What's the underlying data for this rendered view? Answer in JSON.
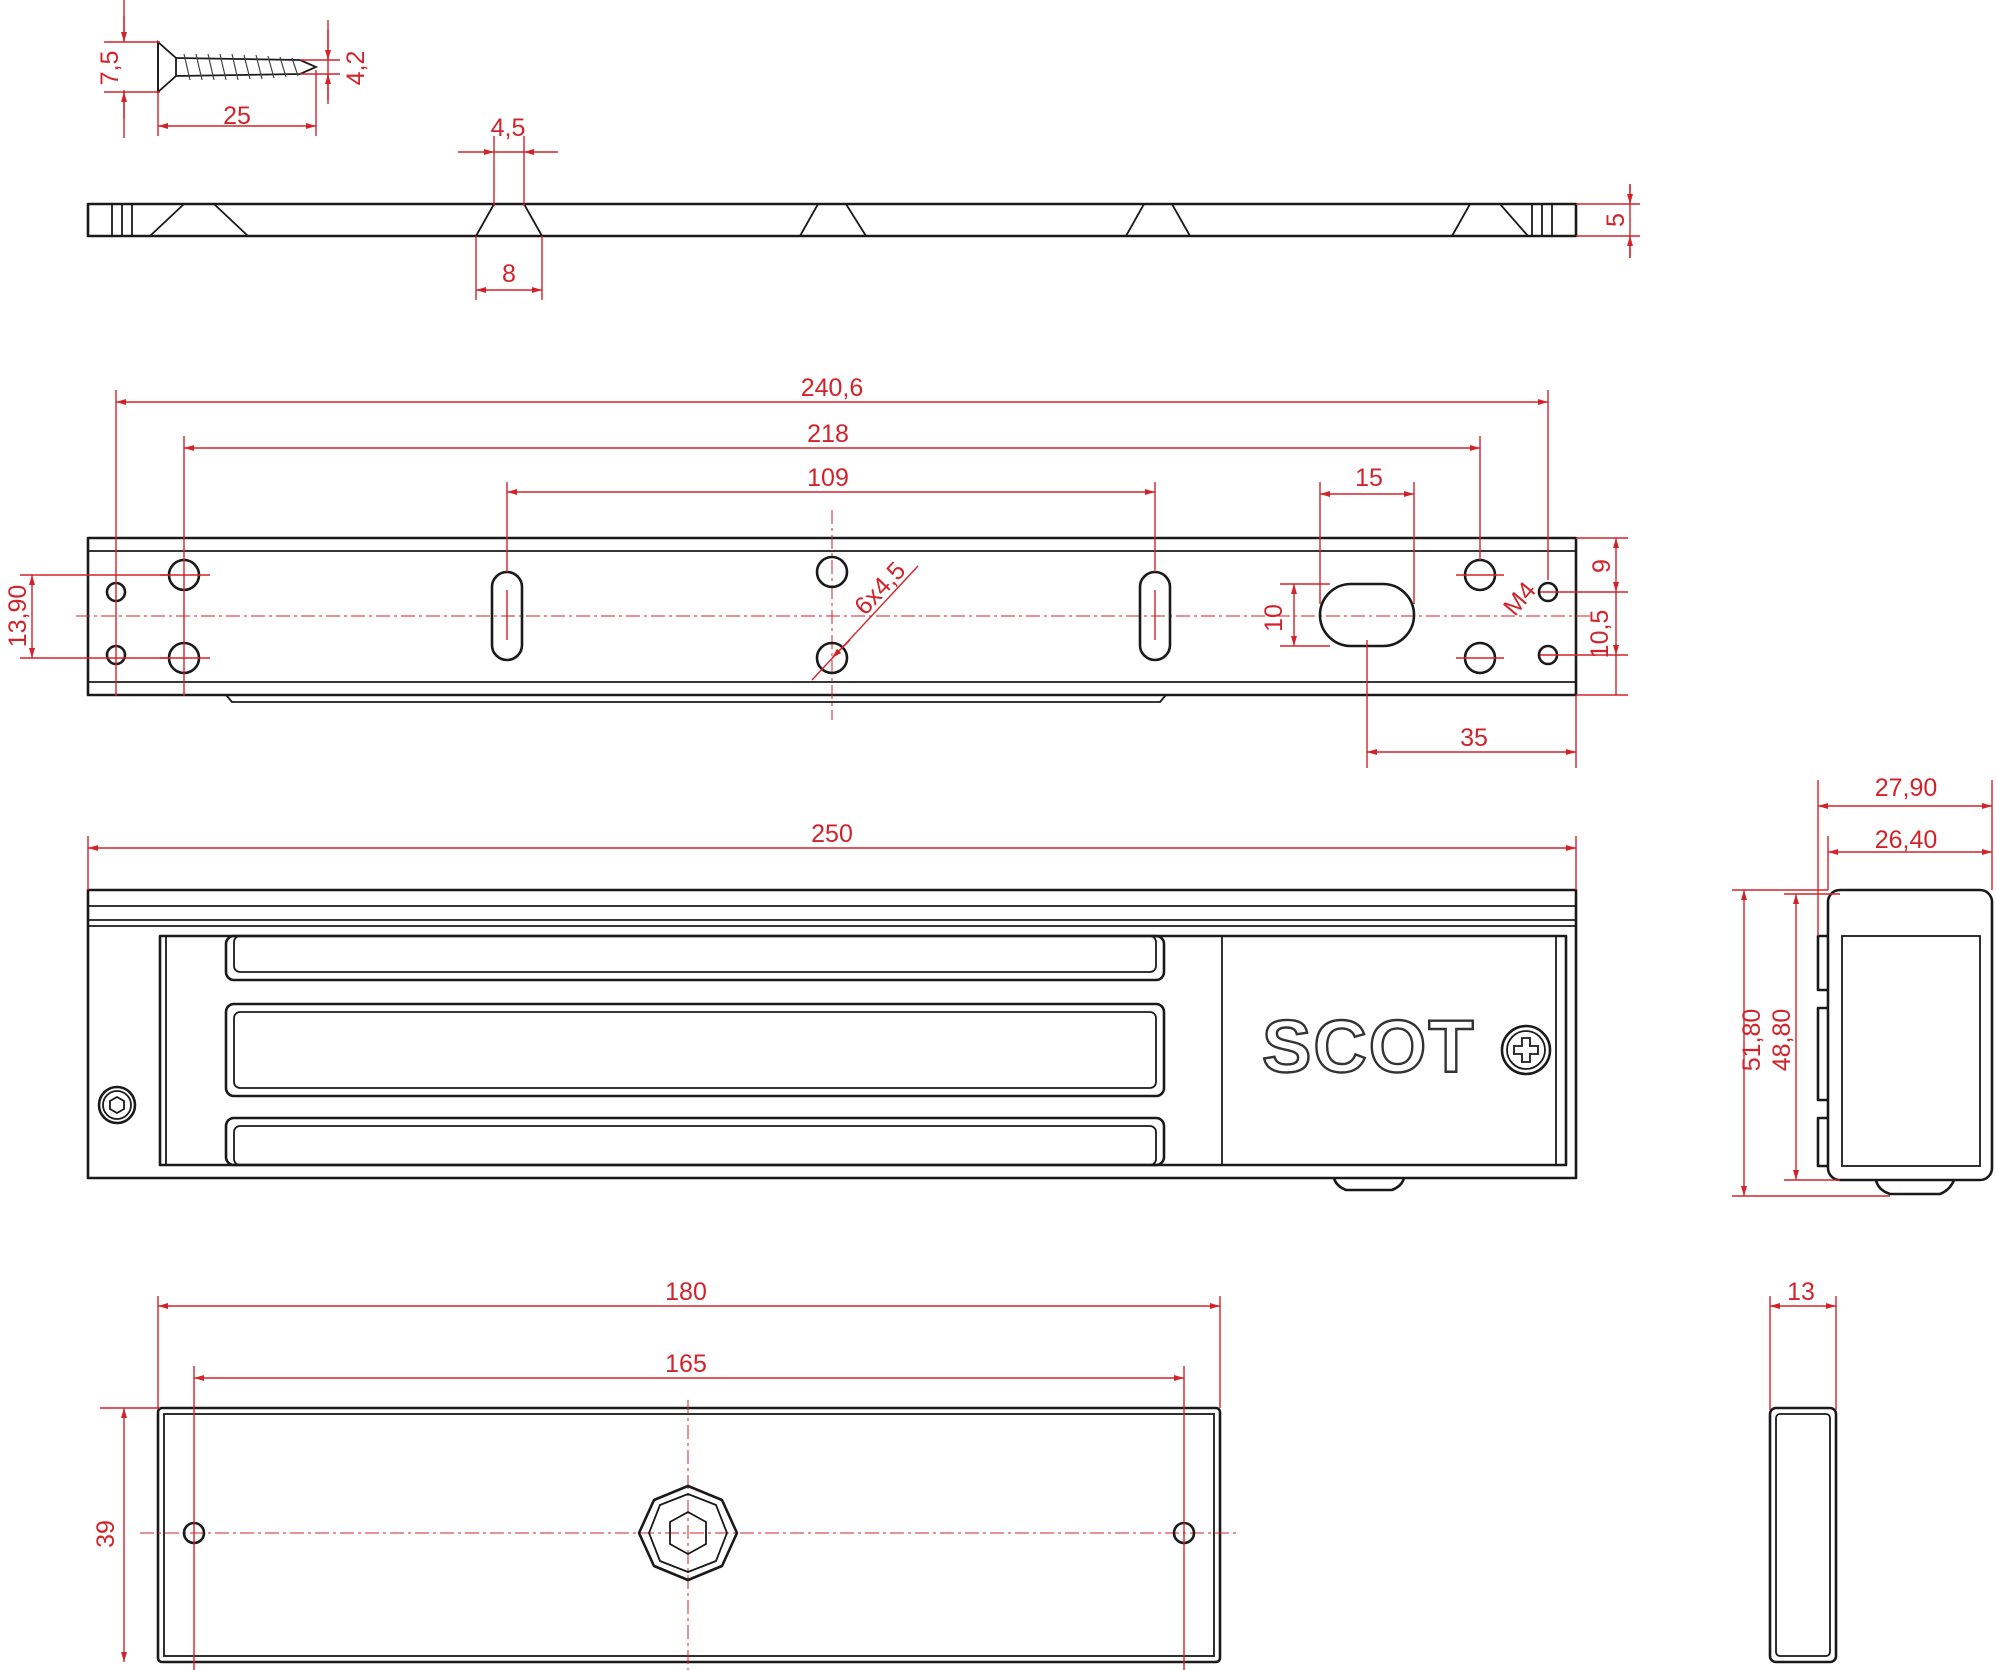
{
  "dimensions": {
    "screw_head": "7,5",
    "screw_diameter": "4,2",
    "screw_length": "25",
    "countersink_top": "4,5",
    "countersink_bottom": "8",
    "plate_thickness": "5",
    "overall_holes_span": "240,6",
    "inner_holes_span": "218",
    "slot_span": "109",
    "oval_width": "15",
    "holes_callout": "6x4,5",
    "thread_callout": "M4",
    "hole_spacing_left": "13,90",
    "oval_height": "10",
    "edge_to_hole": "9",
    "hole_to_edge": "10,5",
    "oval_offset": "35",
    "magnet_length": "250",
    "side_width_outer": "27,90",
    "side_width_inner": "26,40",
    "side_height_outer": "51,80",
    "side_height_inner": "48,80",
    "armature_length": "180",
    "armature_hole_span": "165",
    "armature_width": "39",
    "armature_thickness": "13"
  },
  "brand": {
    "logo_text": "SCOT"
  },
  "colors": {
    "dimension": "#d2232a",
    "outline": "#1a1a1a"
  },
  "icons": {
    "screw": "phillips-screw-icon",
    "bolt": "hex-socket-bolt-icon"
  }
}
